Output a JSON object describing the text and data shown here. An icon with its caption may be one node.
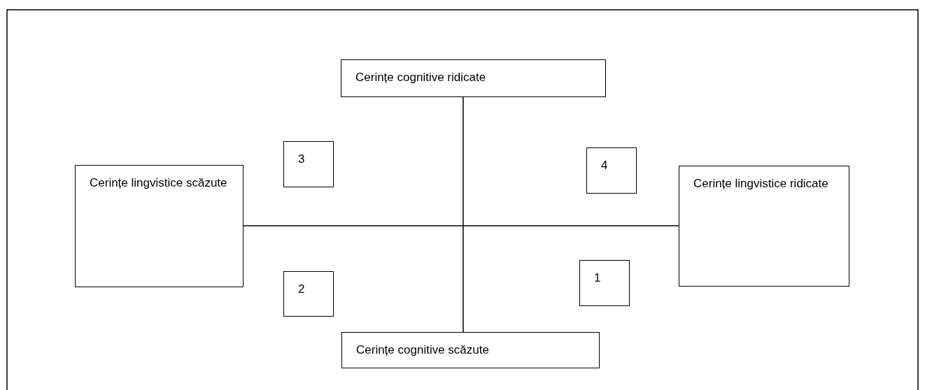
{
  "diagram": {
    "nodes": [
      {
        "text": [
          "Cerințe cognitive ridicate"
        ]
      },
      {
        "text": [
          "3"
        ]
      },
      {
        "text": [
          "4"
        ]
      },
      {
        "text": [
          "Cerințe lingvistice scăzute"
        ]
      },
      {
        "text": [
          "Cerințe lingvistice ridicate"
        ]
      },
      {
        "text": [
          "2"
        ]
      },
      {
        "text": [
          "1"
        ]
      },
      {
        "text": [
          "Cerințe cognitive scăzute"
        ]
      }
    ],
    "edges": [
      {
        "from": 0,
        "to": 7,
        "arrow": "none"
      },
      {
        "from": 3,
        "to": 4,
        "arrow": "none"
      }
    ]
  }
}
